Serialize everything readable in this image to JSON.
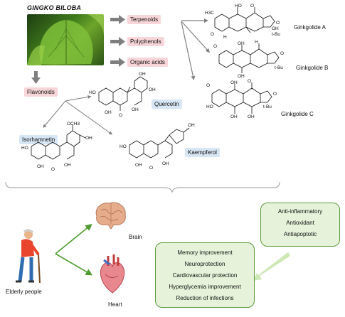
{
  "title": "GINGKO BILOBA",
  "classes": {
    "terpenoids": "Terpenoids",
    "polyphenols": "Polyphenols",
    "organic_acids": "Organic acids",
    "flavonoids": "Flavonoids"
  },
  "compounds": {
    "ginkgolide_a": "Ginkgolide A",
    "ginkgolide_b": "Ginkgolide B",
    "ginkgolide_c": "Ginkgolide C",
    "quercetin": "Quercetin",
    "isorhamnetin": "Isorhamnetin",
    "kaempferol": "Kaempferol"
  },
  "atoms": {
    "ho": "HO",
    "oh": "OH",
    "o": "O",
    "h3c": "H3C",
    "tbu": "t-Bu",
    "h": "H",
    "och3": "OCH3"
  },
  "subjects": {
    "elderly": "Elderly people",
    "brain": "Brain",
    "heart": "Heart"
  },
  "effects": [
    "Anti-inflammatory",
    "Antioxidant",
    "Antiapoptotic"
  ],
  "benefits": [
    "Memory improvement",
    "Neuroprotection",
    "Cardiovascular protection",
    "Hyperglycemia improvement",
    "Reduction of infections"
  ],
  "colors": {
    "pink_label": "#f8d5d8",
    "blue_label": "#d7e6f4",
    "green_box_fill": "#e6f3da",
    "green_box_border": "#5c9a3c",
    "arrow_gray": "#7f7f7f",
    "arrow_green": "#4d9a2e",
    "light_green_arrow": "#cde7b5"
  },
  "icons": [
    "ginkgo-leaf-photo",
    "brain-icon",
    "heart-icon",
    "elderly-person-icon"
  ]
}
